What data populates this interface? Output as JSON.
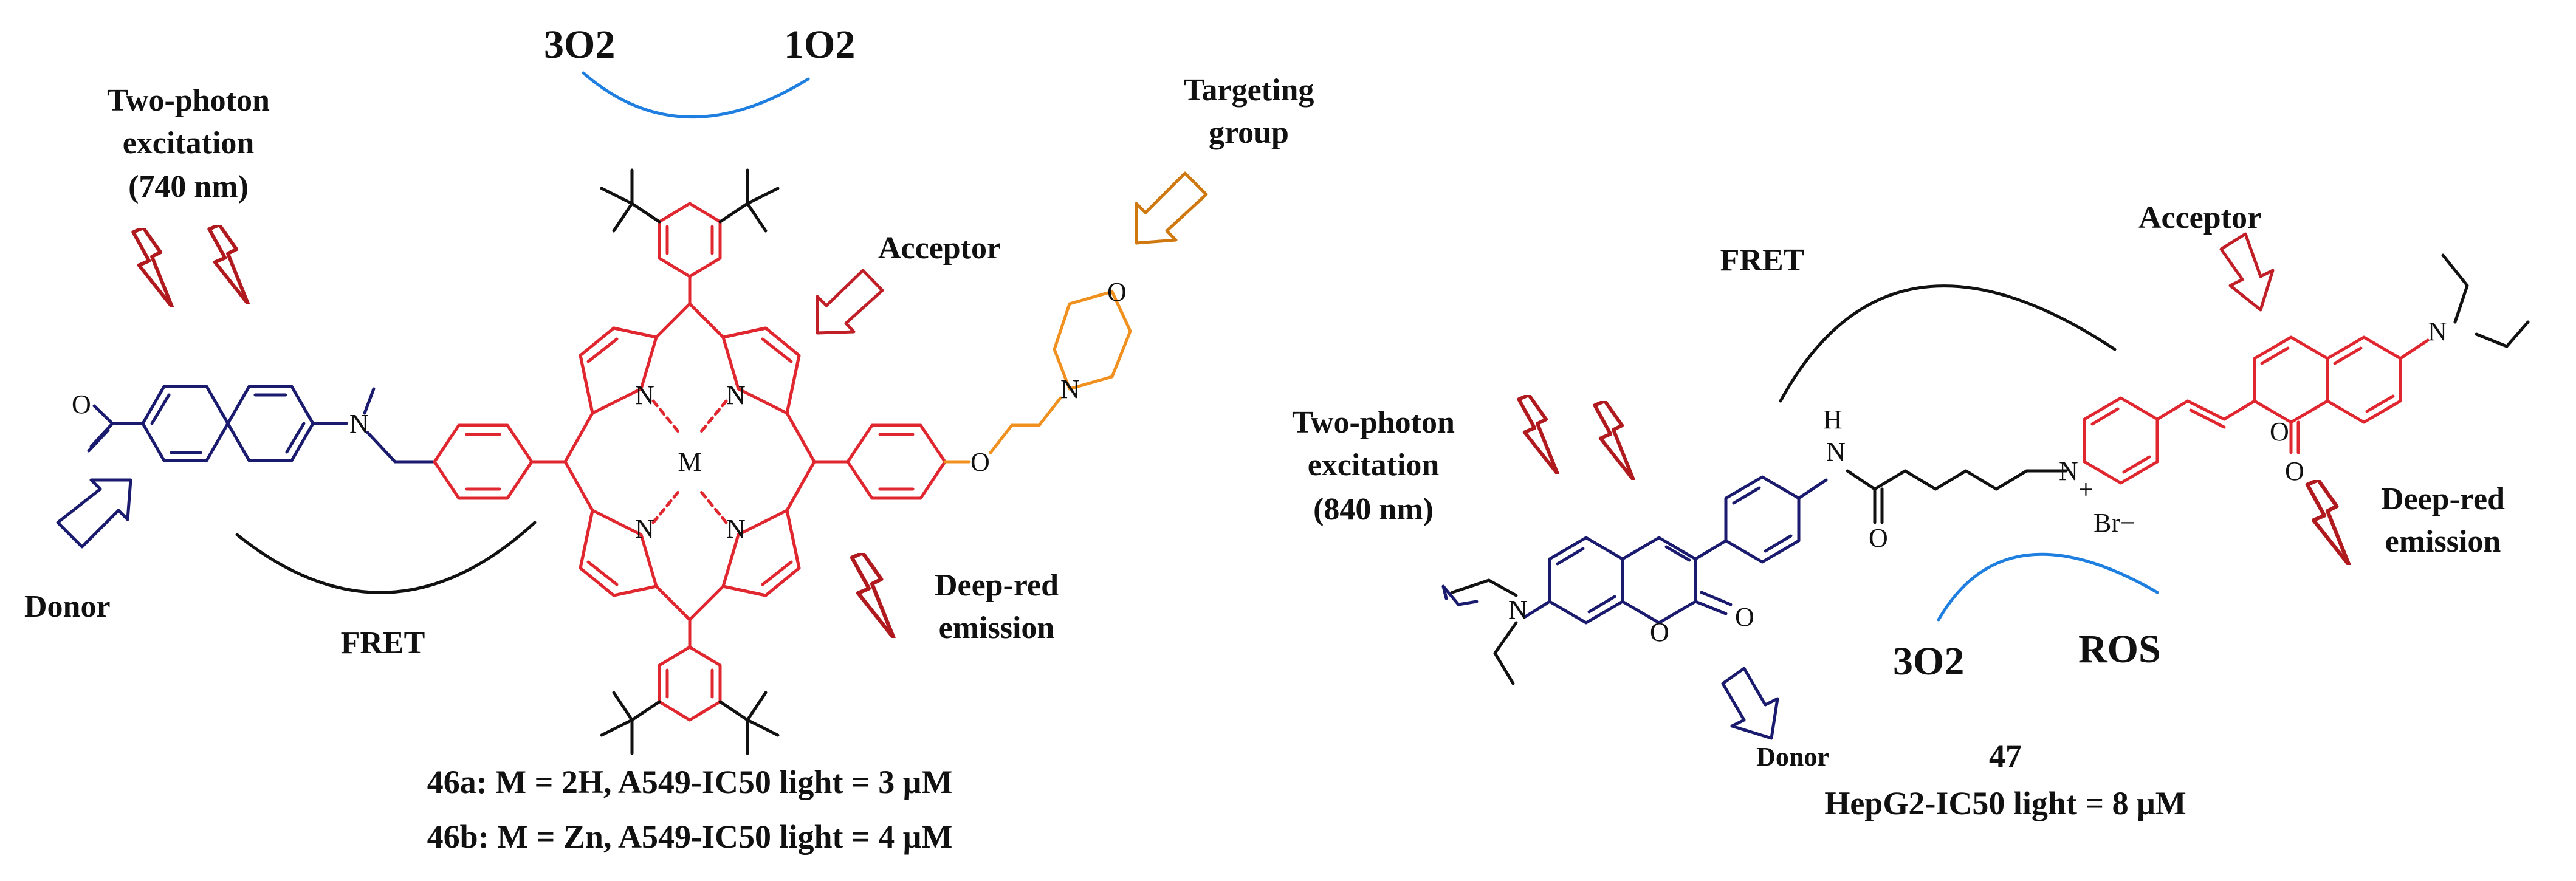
{
  "colors": {
    "donor": "#1a1a6e",
    "acceptor": "#e0262e",
    "targeting": "#f0901e",
    "oxygen_arrow": "#1e7fe0",
    "fret_arrow": "#111111"
  },
  "left_panel": {
    "oxygen_from": "3O2",
    "oxygen_to": "1O2",
    "two_photon_line1": "Two-photon",
    "two_photon_line2": "excitation",
    "two_photon_line3": "(740 nm)",
    "targeting_line1": "Targeting",
    "targeting_line2": "group",
    "acceptor": "Acceptor",
    "donor": "Donor",
    "fret": "FRET",
    "deep_red_line1": "Deep-red",
    "deep_red_line2": "emission",
    "metal": "M",
    "compound_a": "46a: M = 2H, A549-IC50 light = 3 μM",
    "compound_b": "46b: M = Zn, A549-IC50 light = 4 μM"
  },
  "right_panel": {
    "fret": "FRET",
    "acceptor": "Acceptor",
    "two_photon_line1": "Two-photon",
    "two_photon_line2": "excitation",
    "two_photon_line3": "(840 nm)",
    "deep_red_line1": "Deep-red",
    "deep_red_line2": "emission",
    "oxygen_from": "3O2",
    "ros": "ROS",
    "donor": "Donor",
    "counterion": "Br−",
    "compound_id": "47",
    "compound_ic50": "HepG2-IC50 light = 8 μM"
  }
}
